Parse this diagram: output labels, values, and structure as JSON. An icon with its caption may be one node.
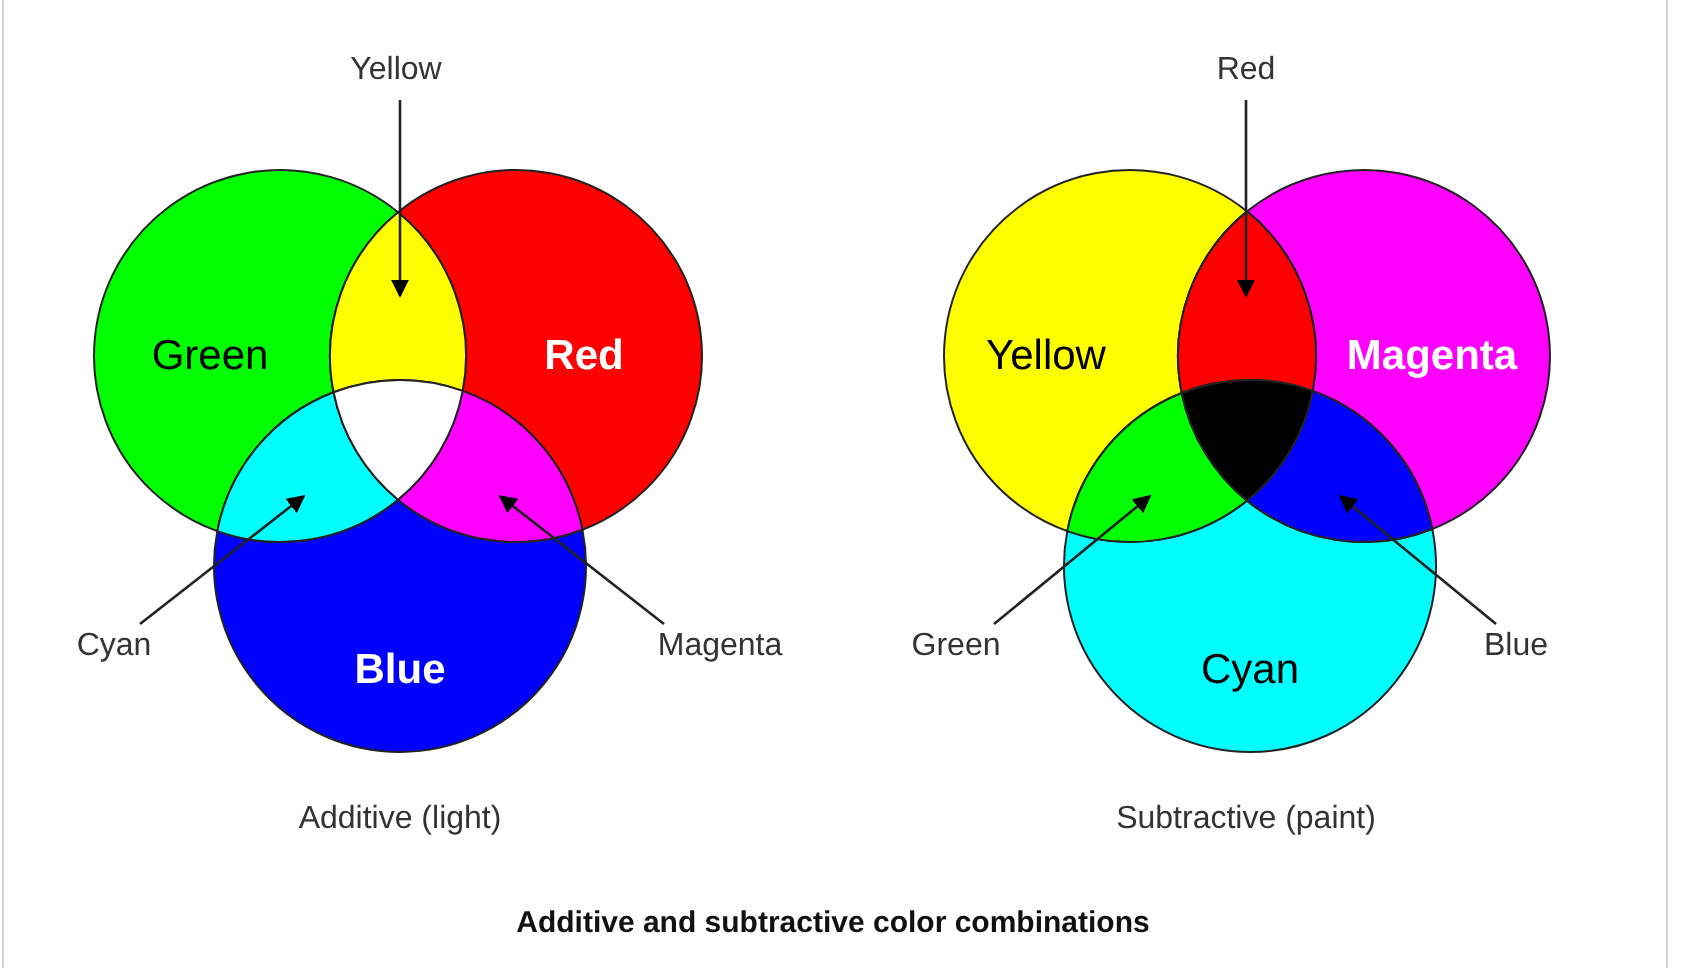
{
  "diagram": {
    "caption": "Additive and subtractive color combinations",
    "nodes": [
      {
        "text": [
          "Green"
        ]
      },
      {
        "text": [
          "Red"
        ]
      },
      {
        "text": [
          "Blue"
        ]
      },
      {
        "text": [
          "Yellow"
        ]
      },
      {
        "text": [
          "Cyan"
        ]
      },
      {
        "text": [
          "Magenta"
        ]
      },
      {
        "text": [
          "Yellow"
        ]
      },
      {
        "text": [
          "Magenta"
        ]
      },
      {
        "text": [
          "Cyan"
        ]
      },
      {
        "text": [
          "Red"
        ]
      },
      {
        "text": [
          "Green"
        ]
      },
      {
        "text": [
          "Blue"
        ]
      },
      {
        "text": [],
        "shape": "lens"
      },
      {
        "text": [],
        "shape": "lens"
      },
      {
        "text": [],
        "shape": "lens"
      },
      {
        "text": [],
        "shape": "lens"
      },
      {
        "text": [],
        "shape": "lens"
      },
      {
        "text": [],
        "shape": "lens"
      }
    ],
    "edges": [
      {
        "from": 3,
        "to": 12,
        "arrow": "to"
      },
      {
        "from": 4,
        "to": 13,
        "arrow": "to"
      },
      {
        "from": 5,
        "to": 14,
        "arrow": "to"
      },
      {
        "from": 9,
        "to": 15,
        "arrow": "to"
      },
      {
        "from": 10,
        "to": 16,
        "arrow": "to"
      },
      {
        "from": 11,
        "to": 17,
        "arrow": "to"
      }
    ],
    "labels": [
      "Additive (light)",
      "Subtractive (paint)"
    ]
  }
}
